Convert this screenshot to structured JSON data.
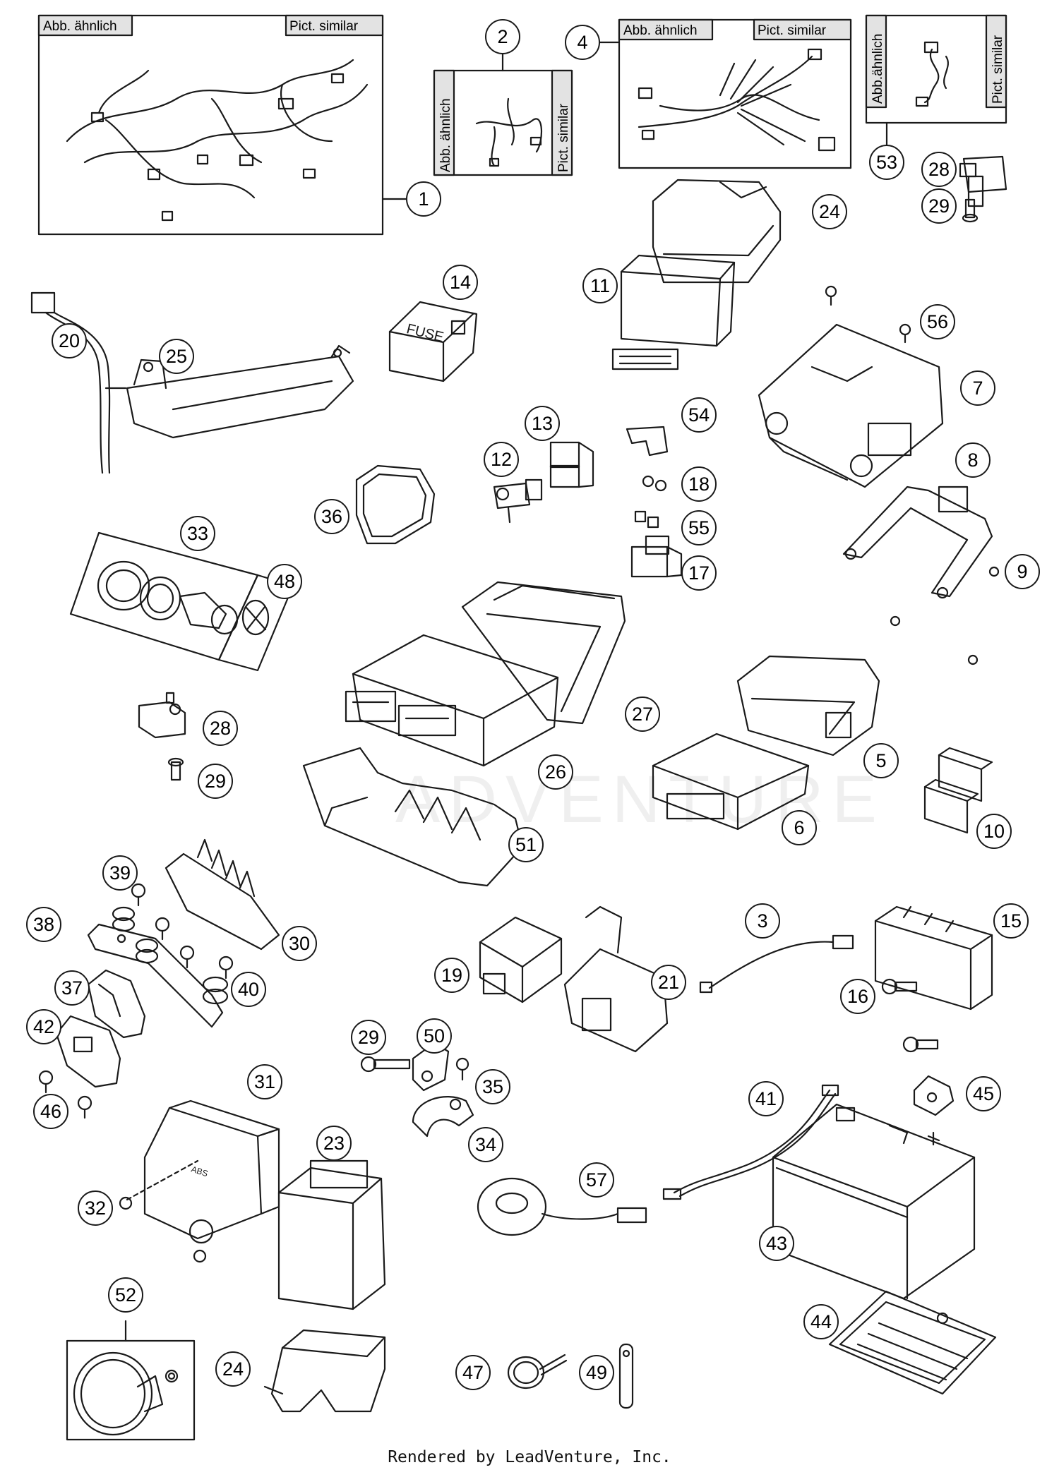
{
  "labels": {
    "similar_de": "Abb. ähnlich",
    "similar_en": "Pict. similar",
    "similar_de_compact": "Abb.ähnlich"
  },
  "callouts": [
    {
      "id": "c1",
      "text": "1"
    },
    {
      "id": "c2",
      "text": "2"
    },
    {
      "id": "c4",
      "text": "4"
    },
    {
      "id": "c53",
      "text": "53"
    },
    {
      "id": "c28a",
      "text": "28"
    },
    {
      "id": "c29a",
      "text": "29"
    },
    {
      "id": "c24a",
      "text": "24"
    },
    {
      "id": "c11",
      "text": "11"
    },
    {
      "id": "c14",
      "text": "14"
    },
    {
      "id": "c20",
      "text": "20"
    },
    {
      "id": "c25",
      "text": "25"
    },
    {
      "id": "c56",
      "text": "56"
    },
    {
      "id": "c7",
      "text": "7"
    },
    {
      "id": "c13",
      "text": "13"
    },
    {
      "id": "c12",
      "text": "12"
    },
    {
      "id": "c54",
      "text": "54"
    },
    {
      "id": "c18",
      "text": "18"
    },
    {
      "id": "c55",
      "text": "55"
    },
    {
      "id": "c17",
      "text": "17"
    },
    {
      "id": "c36",
      "text": "36"
    },
    {
      "id": "c8",
      "text": "8"
    },
    {
      "id": "c9",
      "text": "9"
    },
    {
      "id": "c33",
      "text": "33"
    },
    {
      "id": "c48",
      "text": "48"
    },
    {
      "id": "c27",
      "text": "27"
    },
    {
      "id": "c26",
      "text": "26"
    },
    {
      "id": "c5",
      "text": "5"
    },
    {
      "id": "c28b",
      "text": "28"
    },
    {
      "id": "c29b",
      "text": "29"
    },
    {
      "id": "c6",
      "text": "6"
    },
    {
      "id": "c10",
      "text": "10"
    },
    {
      "id": "c51",
      "text": "51"
    },
    {
      "id": "c39",
      "text": "39"
    },
    {
      "id": "c38",
      "text": "38"
    },
    {
      "id": "c30",
      "text": "30"
    },
    {
      "id": "c40",
      "text": "40"
    },
    {
      "id": "c37",
      "text": "37"
    },
    {
      "id": "c42",
      "text": "42"
    },
    {
      "id": "c3",
      "text": "3"
    },
    {
      "id": "c15",
      "text": "15"
    },
    {
      "id": "c19",
      "text": "19"
    },
    {
      "id": "c21",
      "text": "21"
    },
    {
      "id": "c16",
      "text": "16"
    },
    {
      "id": "c29c",
      "text": "29"
    },
    {
      "id": "c50",
      "text": "50"
    },
    {
      "id": "c35",
      "text": "35"
    },
    {
      "id": "c31",
      "text": "31"
    },
    {
      "id": "c46",
      "text": "46"
    },
    {
      "id": "c34",
      "text": "34"
    },
    {
      "id": "c41",
      "text": "41"
    },
    {
      "id": "c45",
      "text": "45"
    },
    {
      "id": "c23",
      "text": "23"
    },
    {
      "id": "c57",
      "text": "57"
    },
    {
      "id": "c32",
      "text": "32"
    },
    {
      "id": "c43",
      "text": "43"
    },
    {
      "id": "c52",
      "text": "52"
    },
    {
      "id": "c24b",
      "text": "24"
    },
    {
      "id": "c47",
      "text": "47"
    },
    {
      "id": "c49",
      "text": "49"
    },
    {
      "id": "c44",
      "text": "44"
    }
  ],
  "footer": "Rendered by LeadVenture, Inc.",
  "watermark": "ADVENTURE",
  "colors": {
    "line": "#1a1a1a",
    "tag_fill": "#e3e3e3",
    "watermark": "#efefef"
  }
}
